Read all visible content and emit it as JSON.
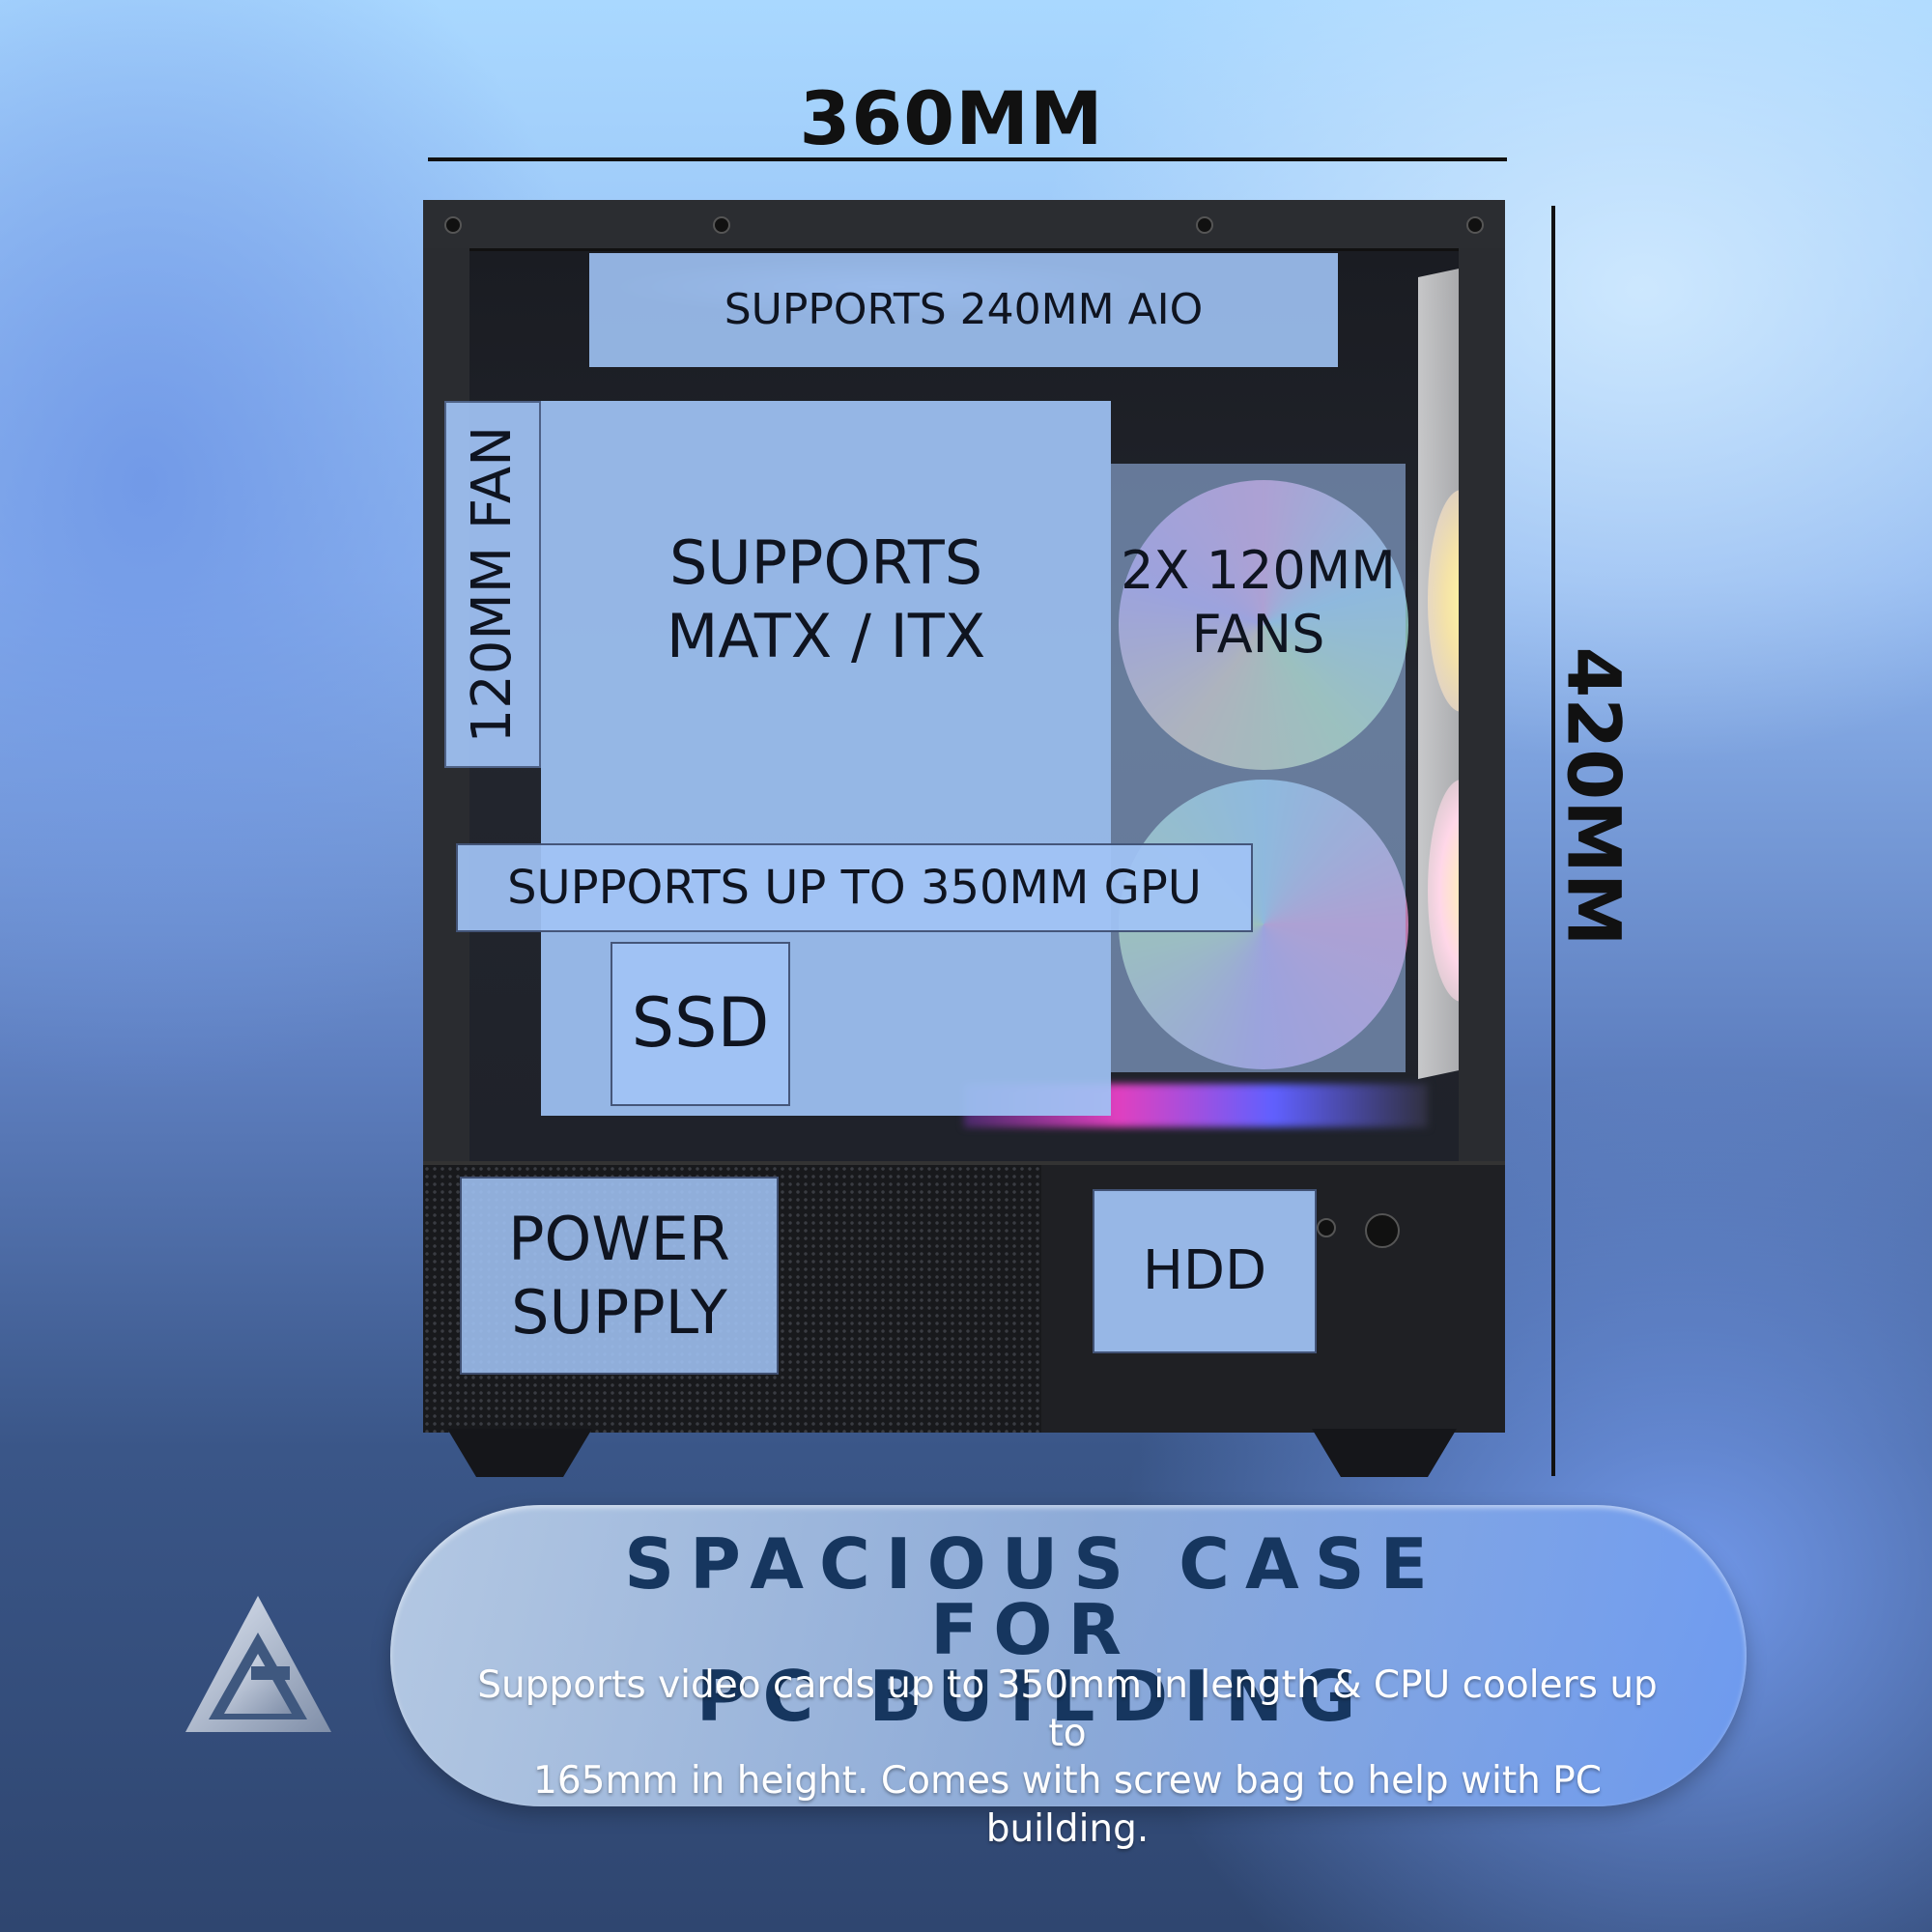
{
  "dimensions": {
    "width_label": "360MM",
    "height_label": "420MM"
  },
  "zones": {
    "aio": "SUPPORTS 240MM AIO",
    "side_fan": "120MM FAN",
    "motherboard_line1": "SUPPORTS",
    "motherboard_line2": "MATX / ITX",
    "front_fans_line1": "2X 120MM",
    "front_fans_line2": "FANS",
    "gpu": "SUPPORTS UP TO 350MM GPU",
    "ssd": "SSD",
    "psu_line1": "POWER",
    "psu_line2": "SUPPLY",
    "hdd": "HDD"
  },
  "banner": {
    "title_line1": "SPACIOUS CASE FOR",
    "title_line2": "PC BUILDING",
    "desc_line1": "Supports video cards up to 350mm in length & CPU coolers up to",
    "desc_line2": "165mm in height. Comes with screw bag to help with PC building."
  },
  "colors": {
    "zone_fill": "#a0c3f5",
    "title_color": "#16365f",
    "banner_accent": "#6e9bf0"
  },
  "icons": {
    "logo": "brand-triangle-logo"
  }
}
